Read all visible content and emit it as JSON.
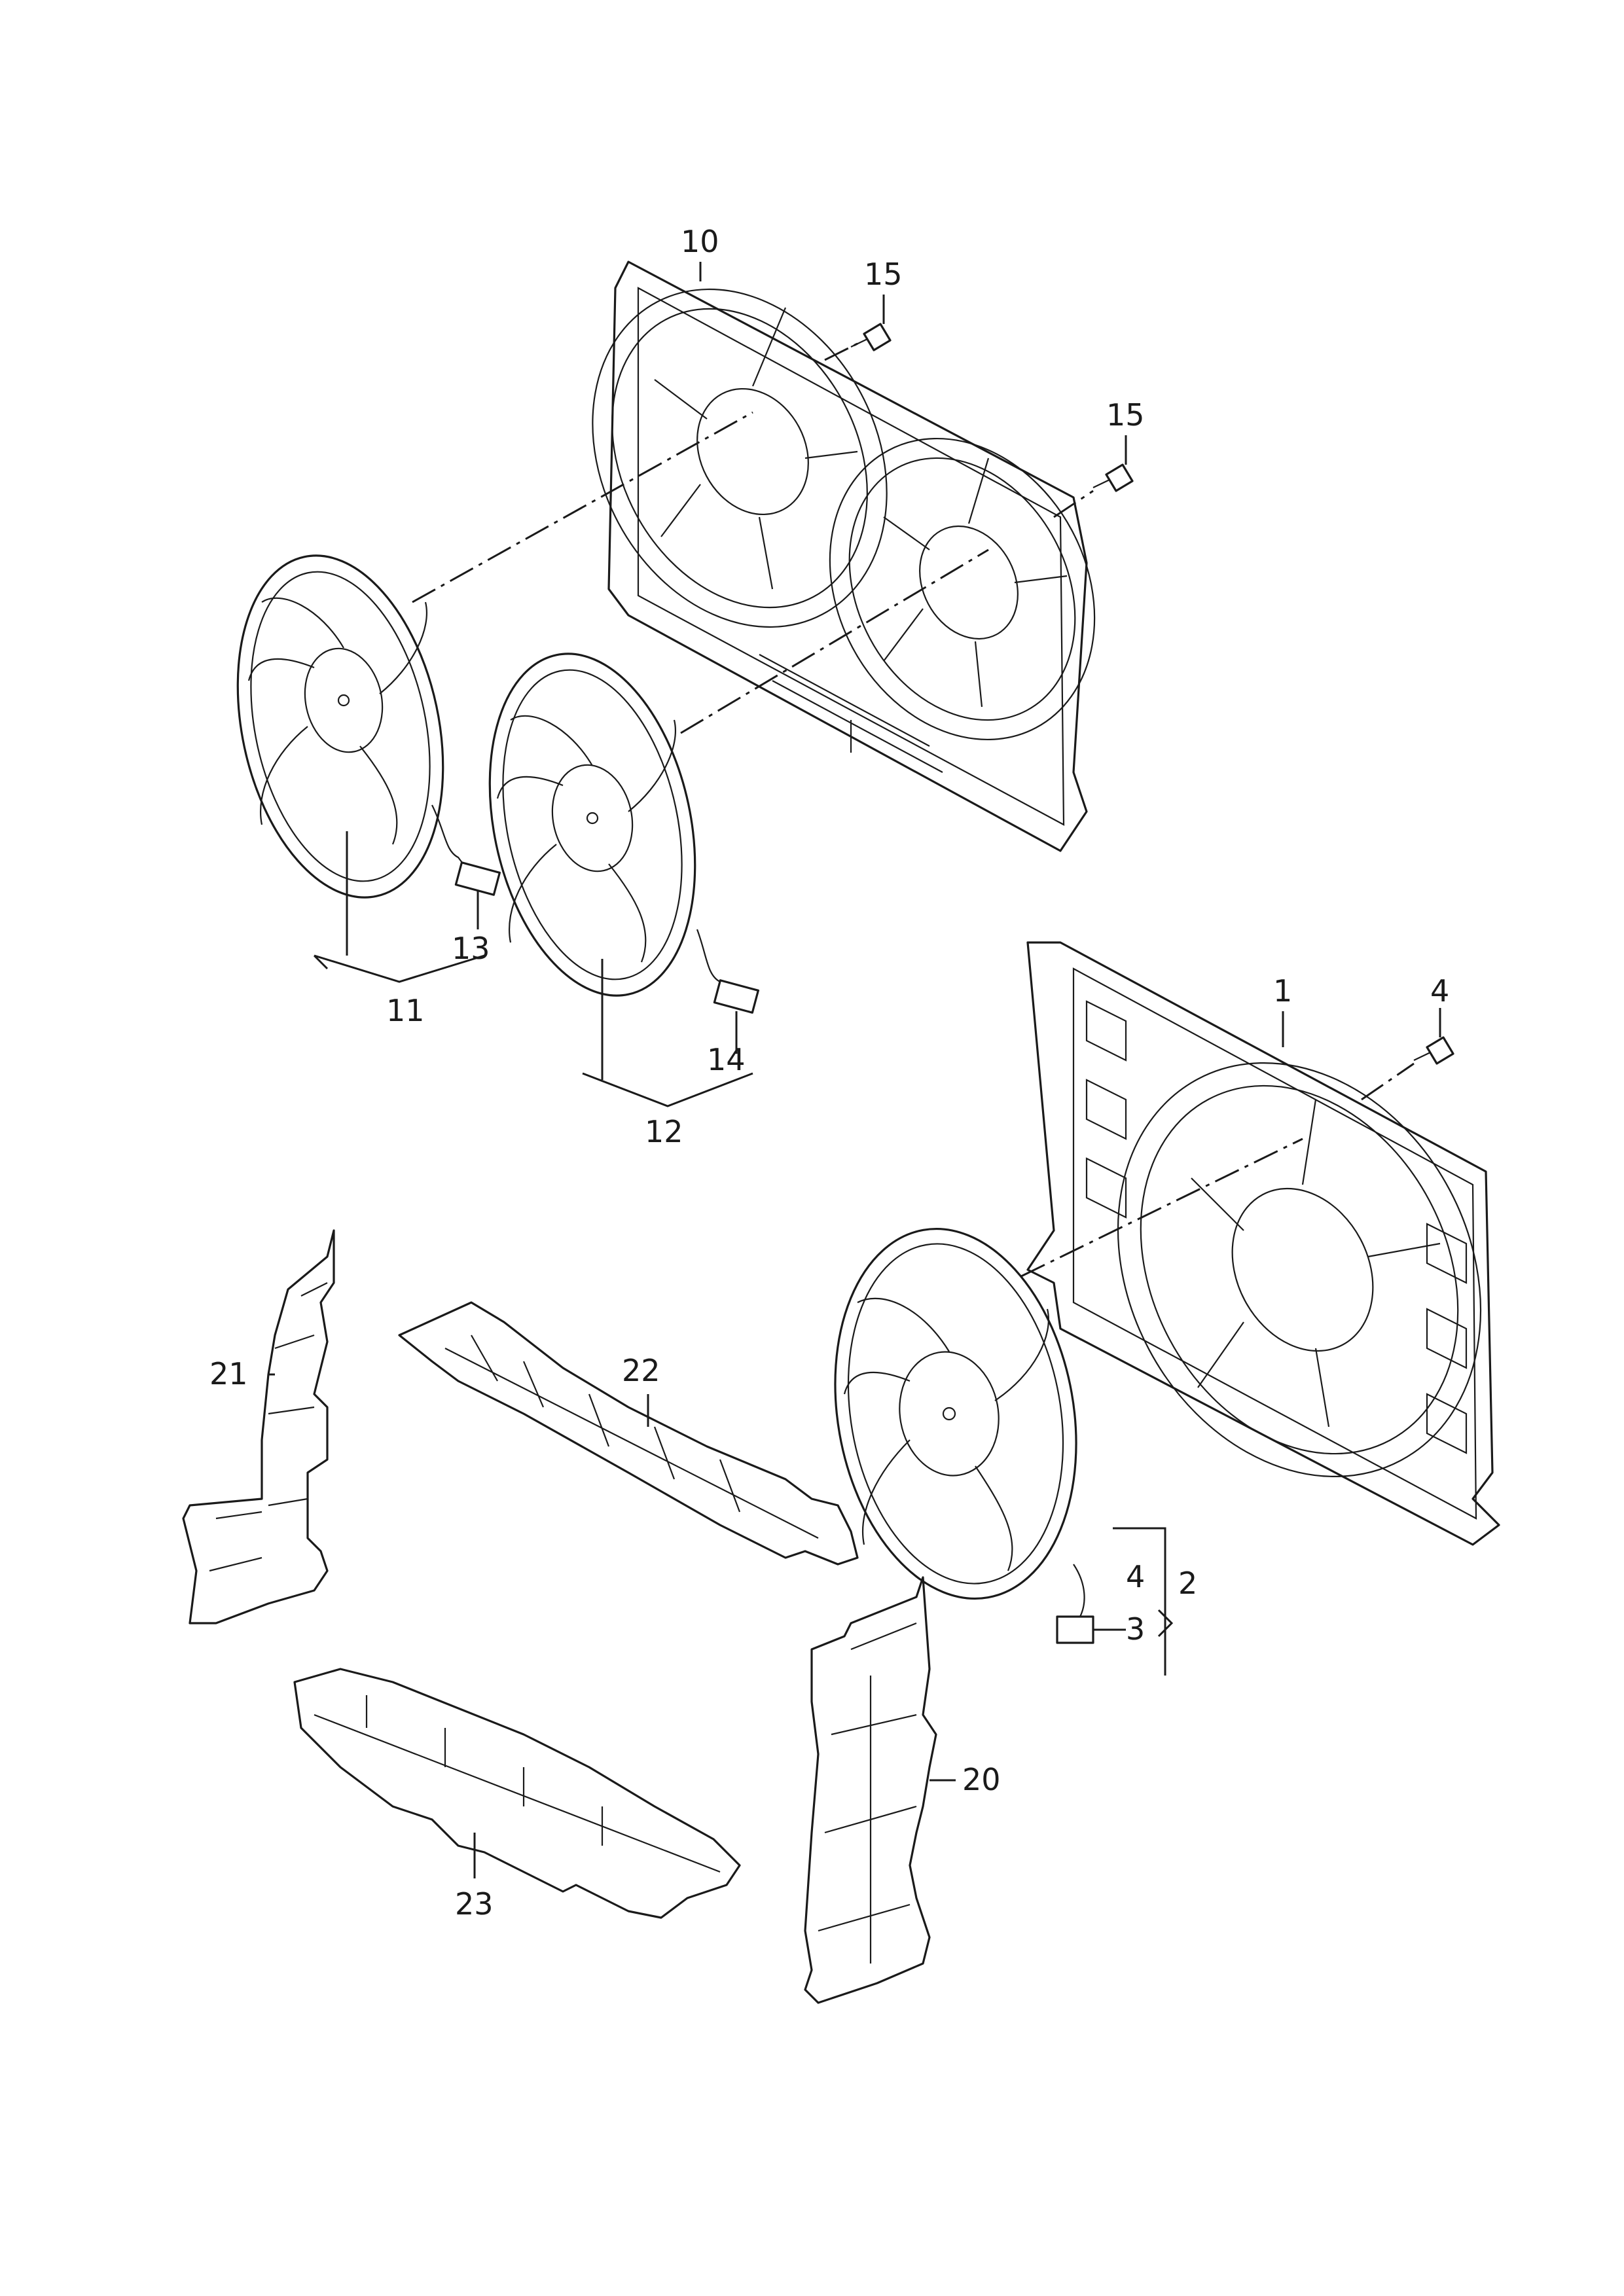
{
  "labels": {
    "l1": "1",
    "l2": "2",
    "l3": "3",
    "l4a": "4",
    "l4b": "4",
    "l10": "10",
    "l11": "11",
    "l12": "12",
    "l13": "13",
    "l14": "14",
    "l15a": "15",
    "l15b": "15",
    "l20": "20",
    "l21": "21",
    "l22": "22",
    "l23": "23"
  }
}
